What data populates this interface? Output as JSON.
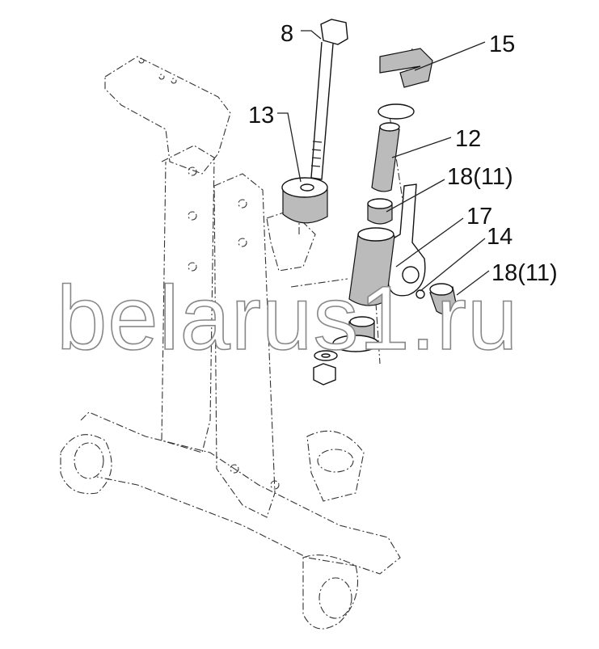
{
  "labels": {
    "l8": "8",
    "l13": "13",
    "l15": "15",
    "l12": "12",
    "l18a": "18(11)",
    "l17": "17",
    "l14": "14",
    "l18b": "18(11)"
  },
  "watermark": "belarus1.ru"
}
